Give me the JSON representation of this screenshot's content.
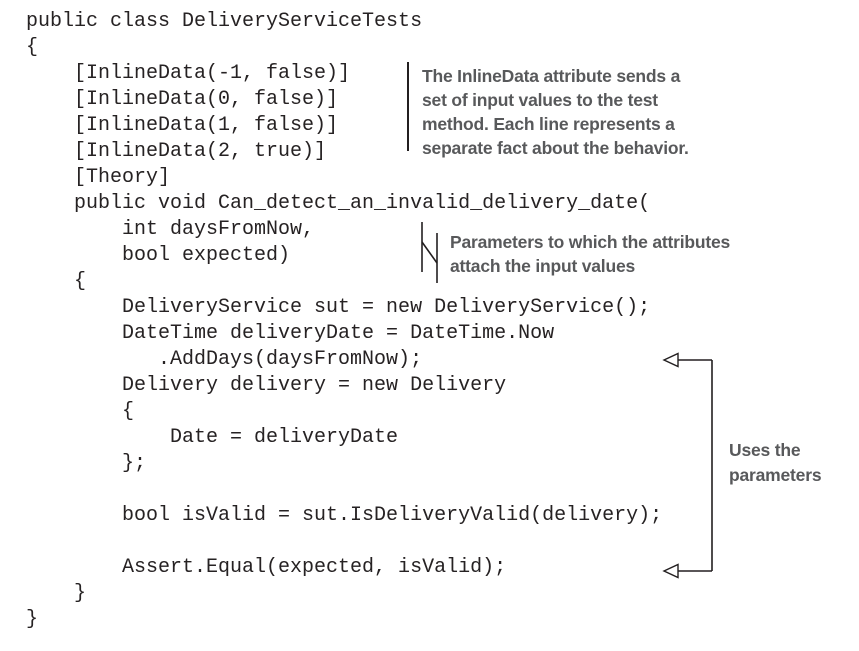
{
  "code": {
    "lines": [
      "public class DeliveryServiceTests",
      "{",
      "    [InlineData(-1, false)]",
      "    [InlineData(0, false)]",
      "    [InlineData(1, false)]",
      "    [InlineData(2, true)]",
      "    [Theory]",
      "    public void Can_detect_an_invalid_delivery_date(",
      "        int daysFromNow,",
      "        bool expected)",
      "    {",
      "        DeliveryService sut = new DeliveryService();",
      "        DateTime deliveryDate = DateTime.Now",
      "           .AddDays(daysFromNow);",
      "        Delivery delivery = new Delivery",
      "        {",
      "            Date = deliveryDate",
      "        };",
      "",
      "        bool isValid = sut.IsDeliveryValid(delivery);",
      "",
      "        Assert.Equal(expected, isValid);",
      "    }",
      "}"
    ]
  },
  "annotations": {
    "inline_data": {
      "text": "The InlineData attribute sends a\nset of input values to the test\nmethod. Each line represents a\nseparate fact about the behavior."
    },
    "parameters": {
      "text": "Parameters to which the attributes\nattach the input values"
    },
    "uses_parameters": {
      "text": "Uses the\nparameters"
    }
  },
  "colors": {
    "background": "#ffffff",
    "code_text": "#262223",
    "annotation_text": "#58595b",
    "connector": "#231f20"
  }
}
